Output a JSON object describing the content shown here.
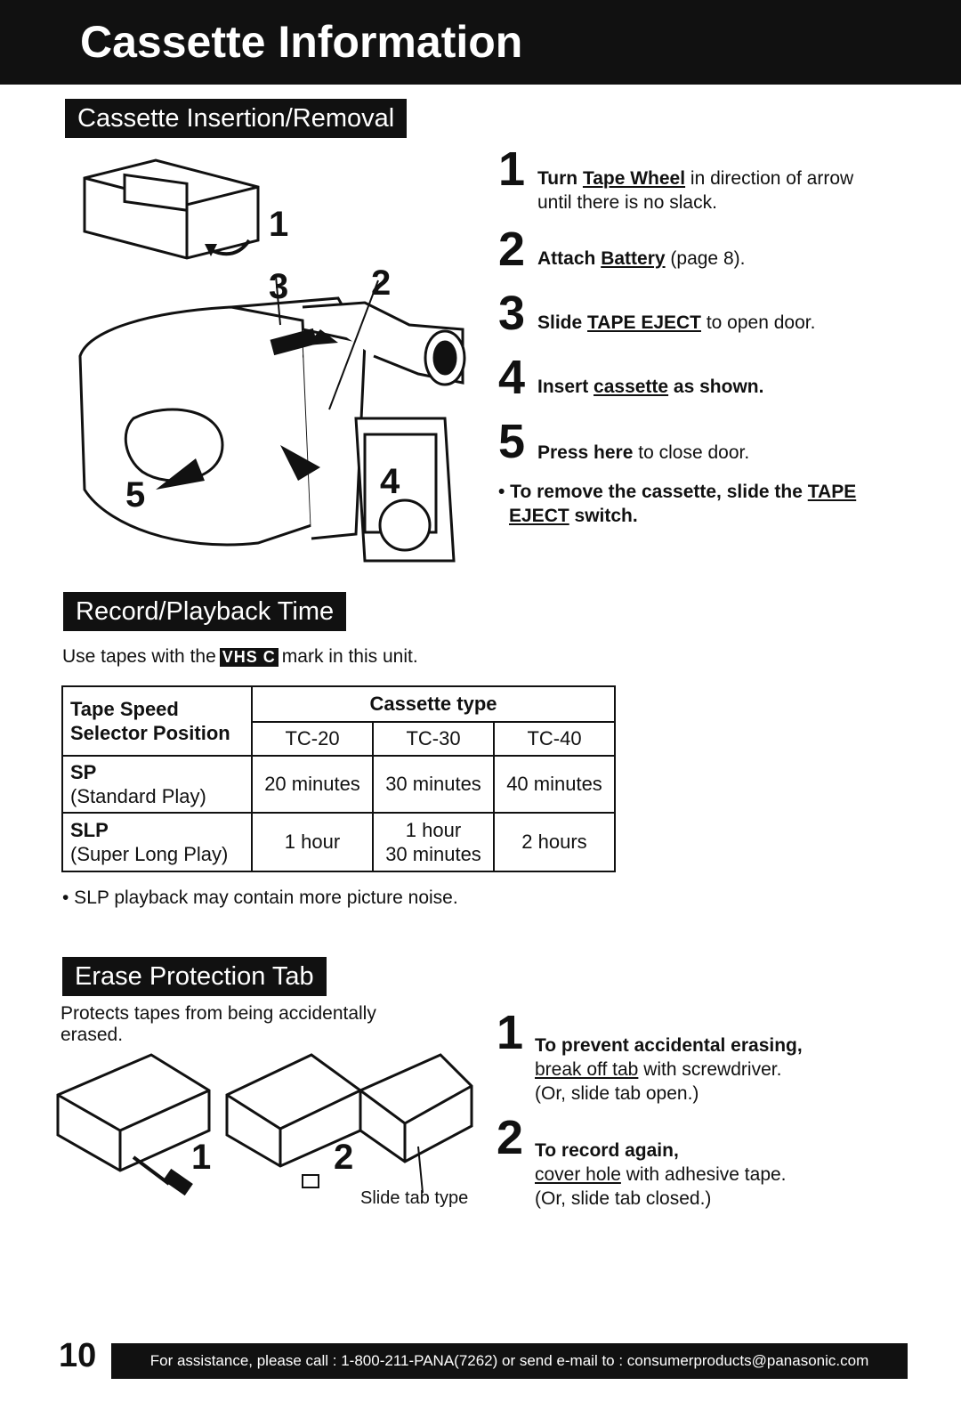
{
  "page_title": "Cassette Information",
  "sections": {
    "insertion": {
      "heading": "Cassette Insertion/Removal",
      "figure_callouts": [
        "1",
        "3",
        "2",
        "5",
        "4"
      ],
      "steps": [
        {
          "num": "1",
          "pre": "Turn ",
          "link": "Tape Wheel",
          "post": " in direction of arrow",
          "line2": "until there is no slack."
        },
        {
          "num": "2",
          "pre": "Attach ",
          "link": "Battery",
          "post": " (page 8)."
        },
        {
          "num": "3",
          "pre": "Slide ",
          "link": "TAPE EJECT",
          "post": " to open door."
        },
        {
          "num": "4",
          "pre": "Insert ",
          "link": "cassette",
          "post": " as shown."
        },
        {
          "num": "5",
          "pre": "Press here",
          "post": " to close door."
        }
      ],
      "note_pre": "• To remove the cassette, slide the ",
      "note_link1": "TAPE",
      "note_link2": "EJECT",
      "note_post": " switch."
    },
    "record": {
      "heading": "Record/Playback Time",
      "intro_pre": "Use tapes with the",
      "vhs_mark": "VHS C",
      "intro_post": "mark in this unit.",
      "table": {
        "col_header": "Tape Speed\nSelector Position",
        "group_header": "Cassette type",
        "types": [
          "TC-20",
          "TC-30",
          "TC-40"
        ],
        "rows": [
          {
            "speed": "SP",
            "desc": "(Standard Play)",
            "cells": [
              "20 minutes",
              "30 minutes",
              "40 minutes"
            ]
          },
          {
            "speed": "SLP",
            "desc": "(Super Long Play)",
            "cells": [
              "1 hour",
              "1 hour\n30 minutes",
              "2 hours"
            ]
          }
        ]
      },
      "note": "• SLP playback may contain more picture noise."
    },
    "erase": {
      "heading": "Erase Protection Tab",
      "intro": "Protects tapes from being accidentally\nerased.",
      "figure_callouts": [
        "1",
        "2"
      ],
      "slide_caption": "Slide tab type",
      "steps": [
        {
          "num": "1",
          "title": "To prevent accidental erasing,",
          "link": "break off tab",
          "post": " with screwdriver.",
          "line3": "(Or, slide tab open.)"
        },
        {
          "num": "2",
          "title": "To record again,",
          "link": "cover hole",
          "post": " with adhesive tape.",
          "line3": "(Or, slide tab closed.)"
        }
      ]
    }
  },
  "footer": {
    "page_number": "10",
    "assistance": "For assistance, please call : 1-800-211-PANA(7262) or send e-mail to : consumerproducts@panasonic.com"
  }
}
